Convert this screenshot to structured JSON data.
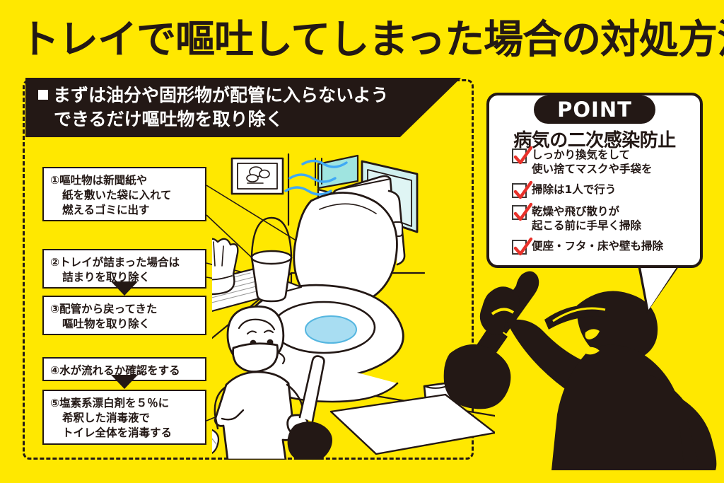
{
  "page": {
    "title": "トレイで嘔吐してしまった場合の対処方法",
    "background_color": "#FFE800",
    "ink_color": "#231815",
    "accent_red": "#E8312A",
    "accent_blue": "#3FA9F5"
  },
  "banner": {
    "bullet": "■",
    "line1": "まずは油分や固形物が配管に入らないよう",
    "line2": "できるだけ嘔吐物を取り除く"
  },
  "steps": [
    {
      "number": "①",
      "lines": [
        "①嘔吐物は新聞紙や",
        "紙を敷いた袋に入れて",
        "燃えるゴミに出す"
      ]
    },
    {
      "number": "②",
      "lines": [
        "②トレイが詰まった場合は",
        "詰まりを取り除く"
      ]
    },
    {
      "number": "③",
      "lines": [
        "③配管から戻ってきた",
        "嘔吐物を取り除く"
      ]
    },
    {
      "number": "④",
      "lines": [
        "④水が流れるか確認をする"
      ]
    },
    {
      "number": "⑤",
      "lines": [
        "⑤塩素系漂白剤を５％に",
        "希釈した消毒液で",
        "トイレ全体を消毒する"
      ]
    }
  ],
  "point": {
    "label": "POINT",
    "subtitle": "病気の二次感染防止",
    "checklist": [
      {
        "lines": [
          "しっかり換気をして",
          "使い捨てマスクや手袋を"
        ]
      },
      {
        "lines": [
          "掃除は1人で行う"
        ]
      },
      {
        "lines": [
          "乾燥や飛び散りが",
          "起こる前に手早く掃除"
        ]
      },
      {
        "lines": [
          "便座・フタ・床や壁も掃除"
        ]
      }
    ]
  },
  "illustration": {
    "scene": "toilet-room-illustration",
    "elements": [
      "open-window-with-airflow",
      "wall-picture",
      "toilet-with-open-lid",
      "bucket",
      "tied-plastic-bag",
      "newspaper-mat",
      "trash-bin",
      "masked-person-with-plunger"
    ]
  },
  "silhouette": {
    "figure": "worker-with-cap-holding-plunger"
  }
}
